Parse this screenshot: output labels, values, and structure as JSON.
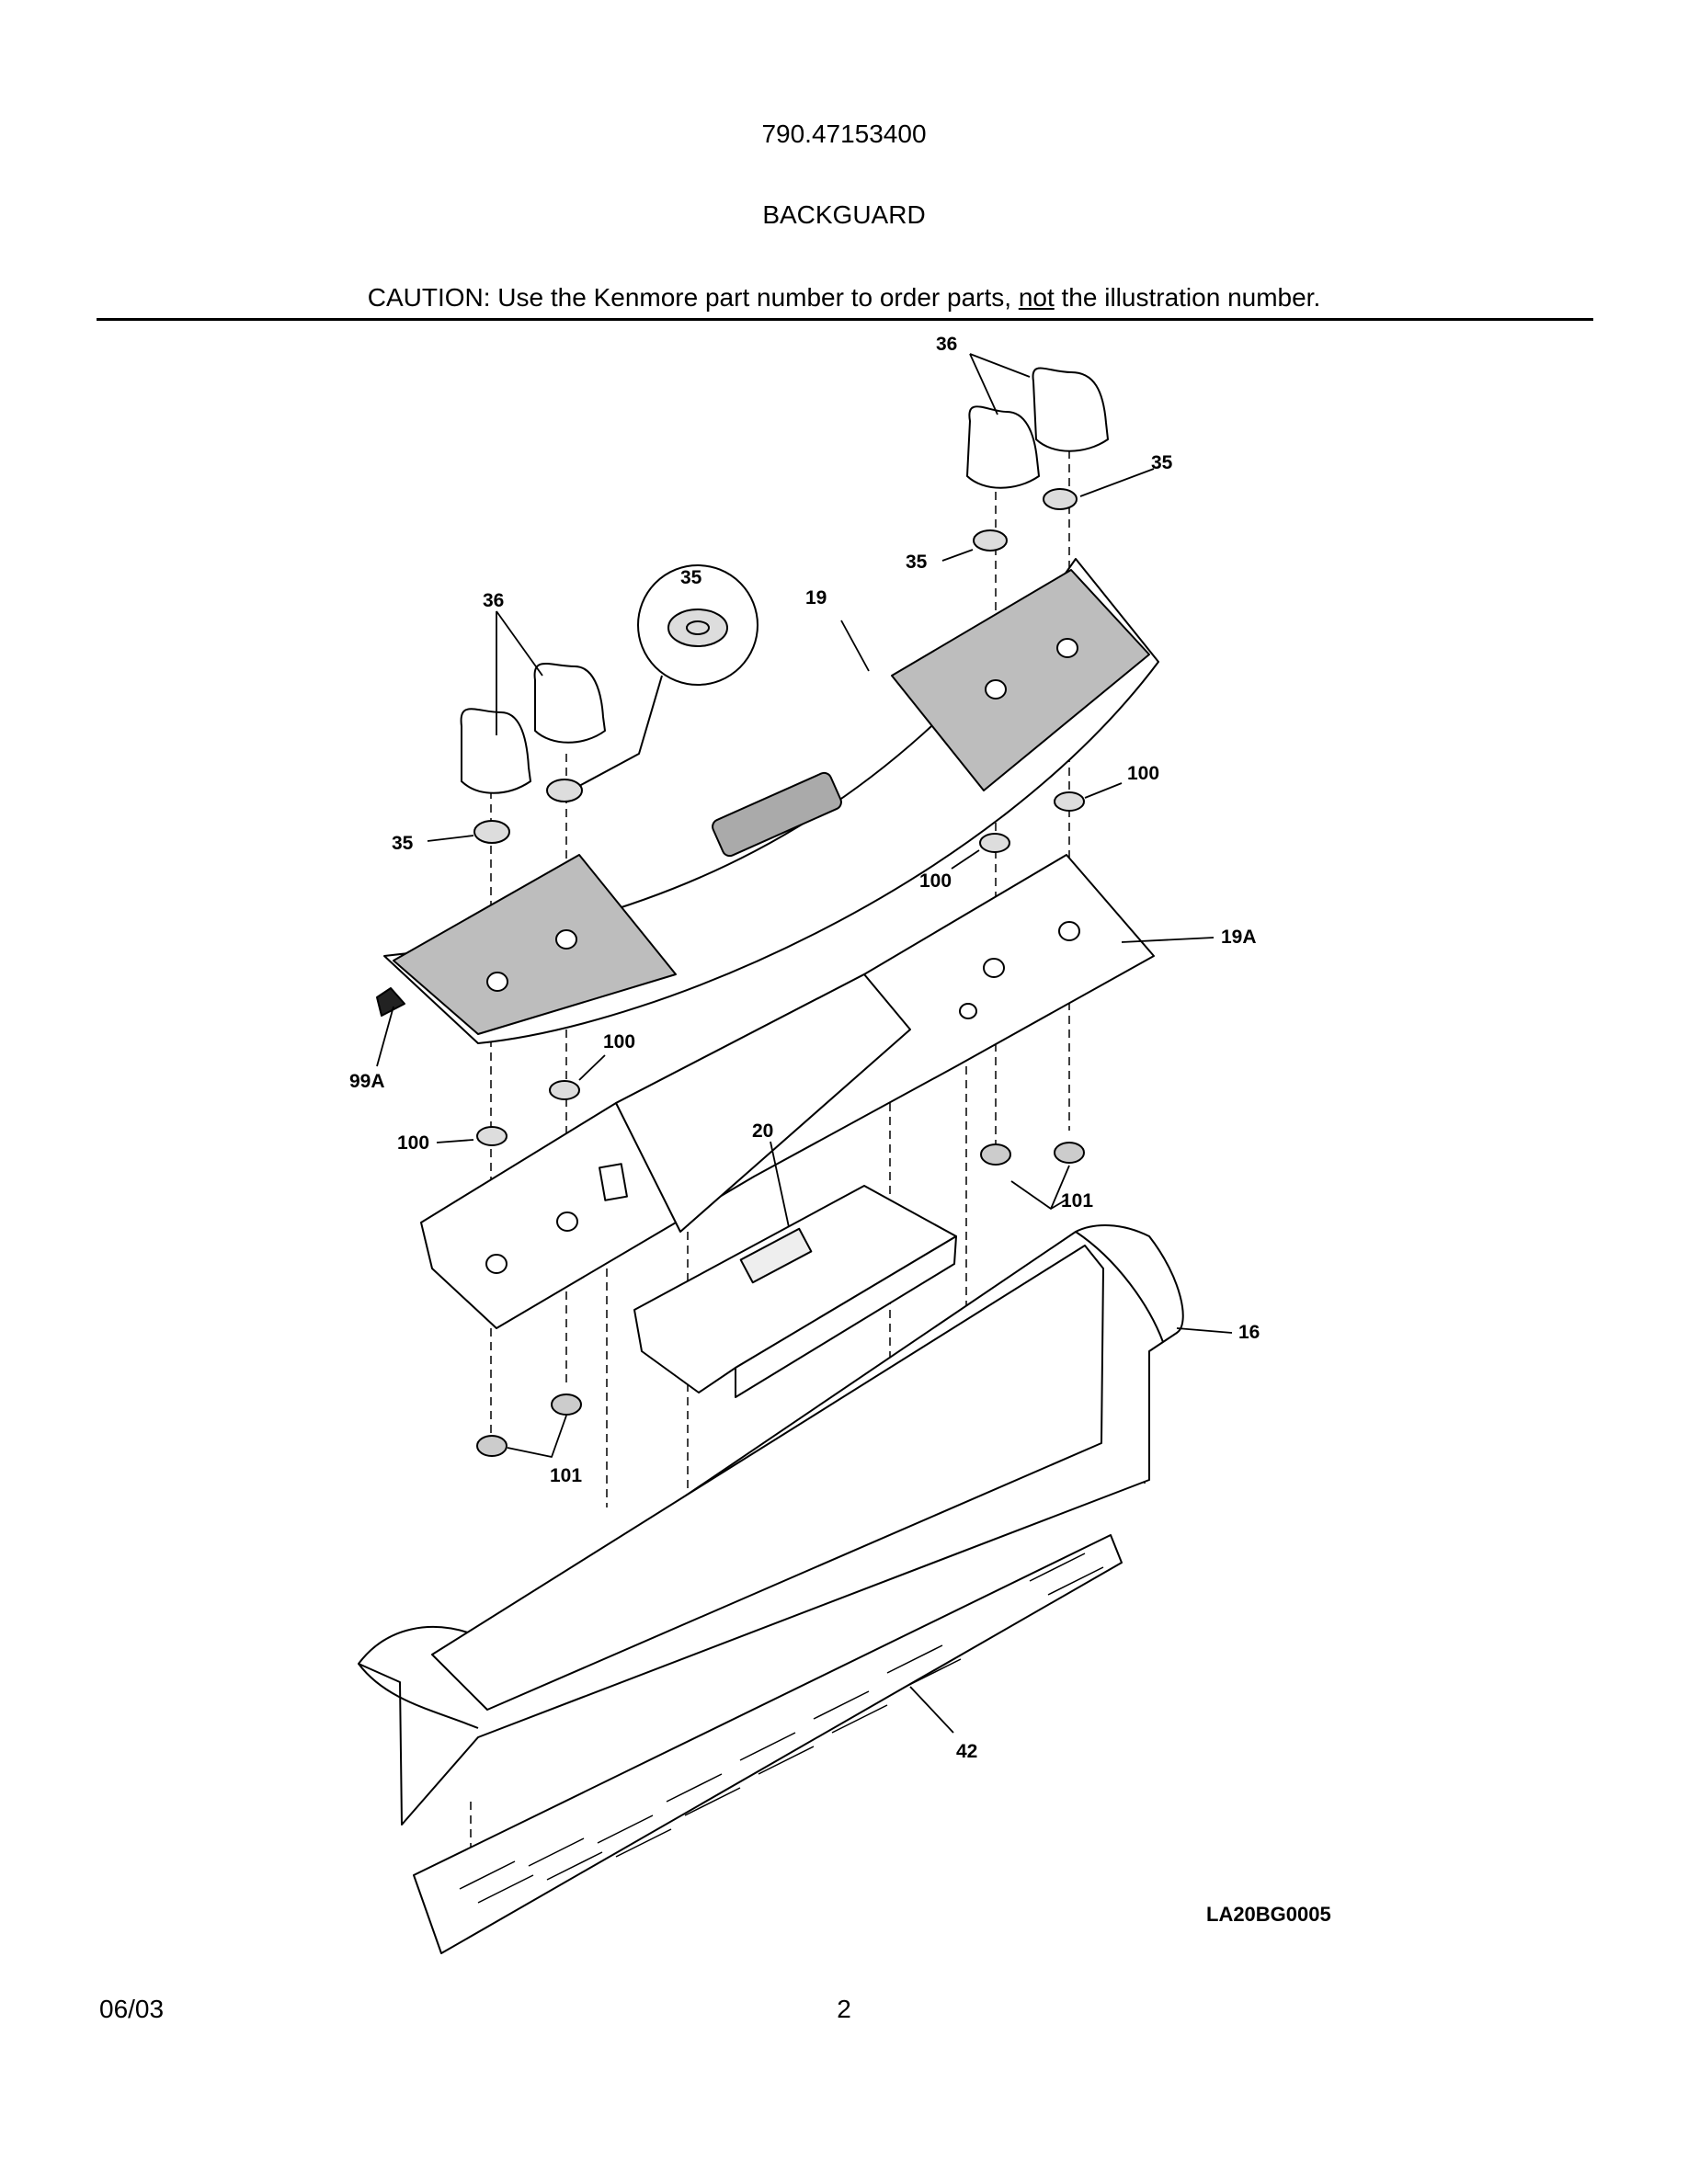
{
  "header": {
    "model_number": "790.47153400",
    "section_title": "BACKGUARD",
    "caution_prefix": "CAUTION: Use the Kenmore part number to order parts, ",
    "caution_emphasis": "not",
    "caution_suffix": " the illustration number."
  },
  "callouts": {
    "knob_right": "36",
    "nut_right_upper": "35",
    "nut_right_lower": "35",
    "knob_left": "36",
    "nut_detail": "35",
    "panel": "19",
    "nut_left": "35",
    "screw_right": "100",
    "screw_center_right": "100",
    "bracket": "19A",
    "harness": "99A",
    "screw_center_left": "100",
    "screw_left": "100",
    "control_board": "20",
    "nut_pair_right": "101",
    "end_cap_frame": "16",
    "nut_pair_left": "101",
    "vent_trim": "42"
  },
  "drawing_id": "LA20BG0005",
  "footer": {
    "date": "06/03",
    "page_number": "2"
  }
}
